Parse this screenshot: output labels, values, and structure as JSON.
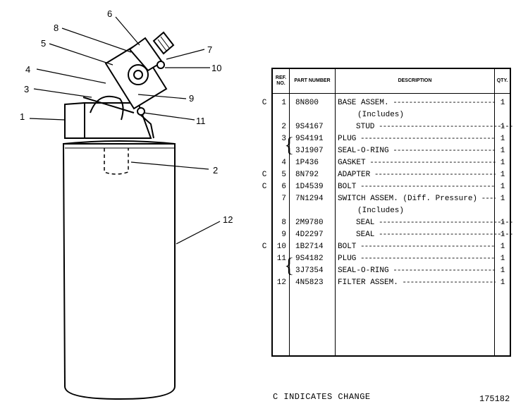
{
  "illustration": {
    "callouts": [
      "1",
      "2",
      "3",
      "4",
      "5",
      "6",
      "7",
      "8",
      "9",
      "10",
      "11",
      "12"
    ]
  },
  "table": {
    "headers": {
      "ref_no": "REF. NO.",
      "part_number": "PART NUMBER",
      "description": "DESCRIPTION",
      "qty": "QTY."
    },
    "rows": [
      {
        "change": "C",
        "ref": "1",
        "part": "8N800",
        "desc": "BASE ASSEM.",
        "qty": "1"
      },
      {
        "change": "",
        "ref": "",
        "part": "",
        "desc": "(Includes)",
        "qty": ""
      },
      {
        "change": "",
        "ref": "2",
        "part": "9S4167",
        "desc": "STUD",
        "qty": "1"
      },
      {
        "change": "",
        "ref": "3",
        "part": "9S4191",
        "desc": "PLUG",
        "qty": "1"
      },
      {
        "change": "",
        "ref": "",
        "part": "3J1907",
        "desc": "SEAL-O-RING",
        "qty": "1"
      },
      {
        "change": "",
        "ref": "4",
        "part": "1P436",
        "desc": "GASKET",
        "qty": "1"
      },
      {
        "change": "C",
        "ref": "5",
        "part": "8N792",
        "desc": "ADAPTER",
        "qty": "1"
      },
      {
        "change": "C",
        "ref": "6",
        "part": "1D4539",
        "desc": "BOLT",
        "qty": "1"
      },
      {
        "change": "",
        "ref": "7",
        "part": "7N1294",
        "desc": "SWITCH ASSEM. (Diff. Pressure)",
        "qty": "1"
      },
      {
        "change": "",
        "ref": "",
        "part": "",
        "desc": "(Includes)",
        "qty": ""
      },
      {
        "change": "",
        "ref": "8",
        "part": "2M9780",
        "desc": "SEAL",
        "qty": "1"
      },
      {
        "change": "",
        "ref": "9",
        "part": "4D2297",
        "desc": "SEAL",
        "qty": "1"
      },
      {
        "change": "C",
        "ref": "10",
        "part": "1B2714",
        "desc": "BOLT",
        "qty": "1"
      },
      {
        "change": "",
        "ref": "11",
        "part": "9S4182",
        "desc": "PLUG",
        "qty": "1"
      },
      {
        "change": "",
        "ref": "",
        "part": "3J7354",
        "desc": "SEAL-O-RING",
        "qty": "1"
      },
      {
        "change": "",
        "ref": "12",
        "part": "4N5823",
        "desc": "FILTER ASSEM.",
        "qty": "1"
      }
    ]
  },
  "footer_note": "C INDICATES CHANGE",
  "figure_number": "175182"
}
